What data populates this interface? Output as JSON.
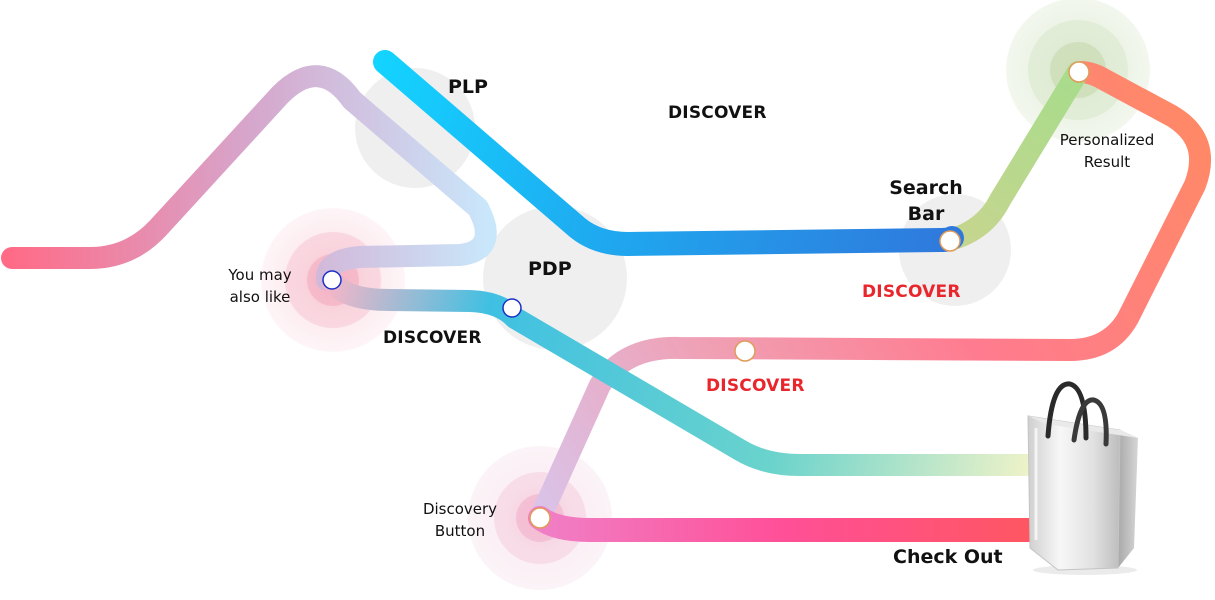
{
  "labels": {
    "plp": "PLP",
    "pdp": "PDP",
    "discover_top": "DISCOVER",
    "discover_pdp": "DISCOVER",
    "discover_search": "DISCOVER",
    "discover_middle": "DISCOVER",
    "search_bar_line1": "Search",
    "search_bar_line2": "Bar",
    "personalized_line1": "Personalized",
    "personalized_line2": "Result",
    "you_may_line1": "You may",
    "you_may_line2": "also like",
    "discovery_line1": "Discovery",
    "discovery_line2": "Button",
    "check_out": "Check Out"
  },
  "colors": {
    "plp_line": [
      "#13d3ff",
      "#2f7fe0"
    ],
    "purple_line": [
      "#ff6b87",
      "#c6aee0",
      "#c7e6fb"
    ],
    "teal_line": [
      "#3fbfe0",
      "#62d0d0",
      "#e8efd0"
    ],
    "return_line": [
      "#d8c2e6",
      "#ff6f8a",
      "#ff8a6a"
    ],
    "checkout_line": [
      "#f47bbe",
      "#ff4f96",
      "#ff5560"
    ],
    "discover_red": "#e8262c",
    "hub_grey": "#efefef"
  },
  "icons": {
    "shopping_bag": "shopping-bag-icon"
  }
}
